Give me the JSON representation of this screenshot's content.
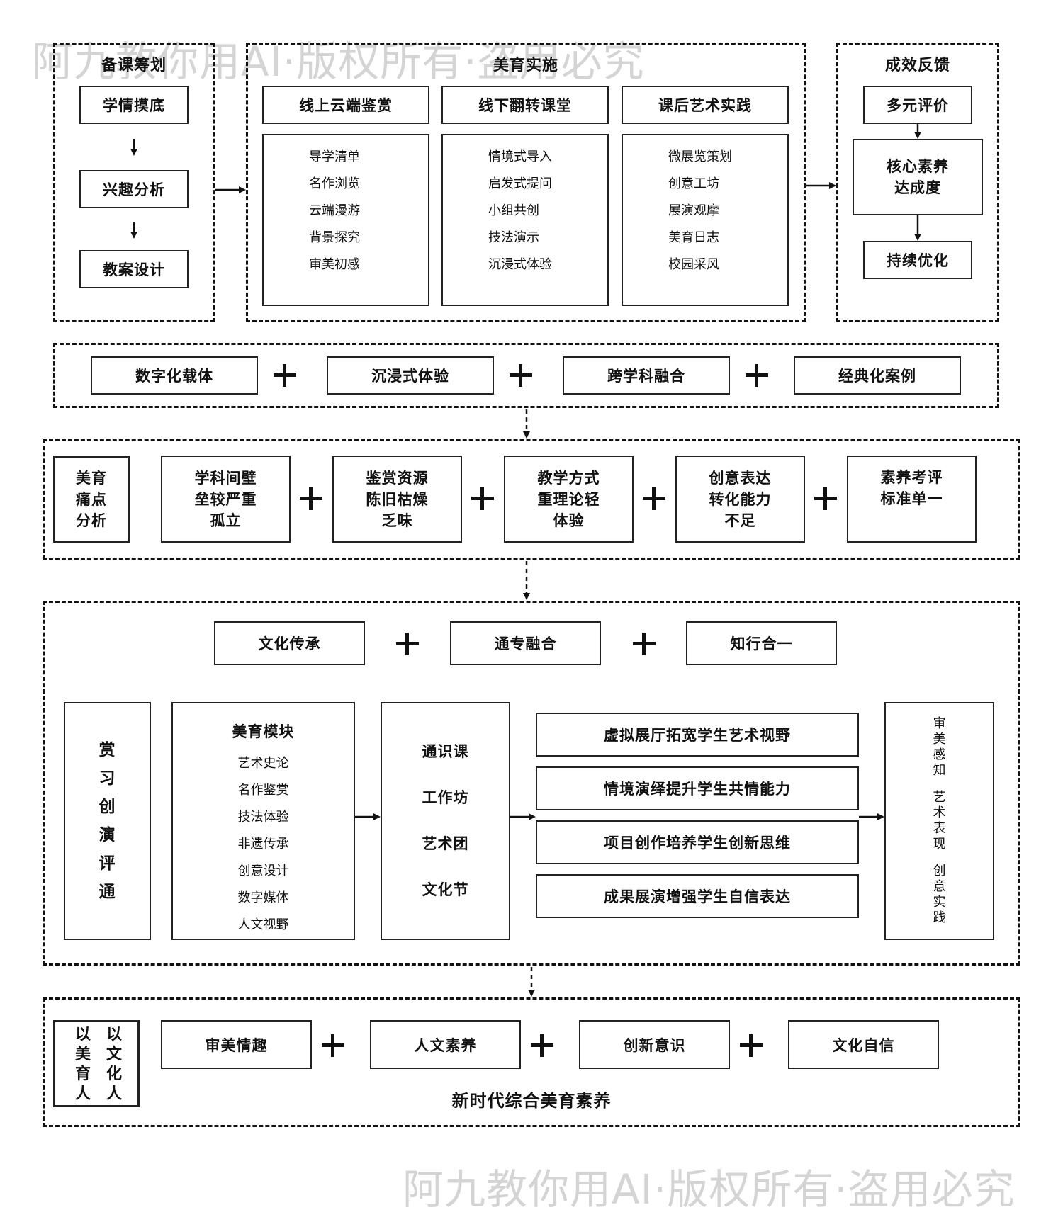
{
  "watermark": {
    "top": "阿九教你用AI·版权所有·盗用必究",
    "bottom": "阿九教你用AI·版权所有·盗用必究"
  },
  "prep": {
    "title": "备课筹划",
    "steps": [
      "学情摸底",
      "兴趣分析",
      "教案设计"
    ]
  },
  "impl": {
    "title": "美育实施",
    "columns": [
      {
        "head": "线上云端鉴赏",
        "items": [
          "导学清单",
          "名作浏览",
          "云端漫游",
          "背景探究",
          "审美初感"
        ]
      },
      {
        "head": "线下翻转课堂",
        "items": [
          "情境式导入",
          "启发式提问",
          "小组共创",
          "技法演示",
          "沉浸式体验"
        ]
      },
      {
        "head": "课后艺术实践",
        "items": [
          "微展览策划",
          "创意工坊",
          "展演观摩",
          "美育日志",
          "校园采风"
        ]
      }
    ]
  },
  "feedback": {
    "title": "成效反馈",
    "steps": [
      "多元评价",
      "核心素养\n达成度",
      "持续优化"
    ]
  },
  "carriers": [
    "数字化载体",
    "沉浸式体验",
    "跨学科融合",
    "经典化案例"
  ],
  "pain": {
    "label": "美育\n痛点\n分析",
    "items": [
      "学科间壁\n垒较严重\n孤立",
      "鉴赏资源\n陈旧枯燥\n乏味",
      "教学方式\n重理论轻\n体验",
      "创意表达\n转化能力\n不足",
      "素养考评\n标准单一"
    ]
  },
  "model": {
    "goals": [
      "文化传承",
      "通专融合",
      "知行合一"
    ],
    "process": "赏\n习\n创\n演\n评\n通",
    "modules_title": "美育模块",
    "modules": [
      "艺术史论",
      "名作鉴赏",
      "技法体验",
      "非遗传承",
      "创意设计",
      "数字媒体",
      "人文视野"
    ],
    "carriers": [
      "通识课",
      "工作坊",
      "艺术团",
      "文化节"
    ],
    "outcomes": [
      "虚拟展厅拓宽学生艺术视野",
      "情境演绎提升学生共情能力",
      "项目创作培养学生创新思维",
      "成果展演增强学生自信表达"
    ],
    "competencies": [
      "审\n美\n感\n知",
      "艺\n术\n表\n现",
      "创\n意\n实\n践"
    ]
  },
  "goal": {
    "motto_left": "以\n美\n育\n人",
    "motto_right": "以\n文\n化\n人",
    "items": [
      "审美情趣",
      "人文素养",
      "创新意识",
      "文化自信"
    ],
    "caption": "新时代综合美育素养"
  }
}
